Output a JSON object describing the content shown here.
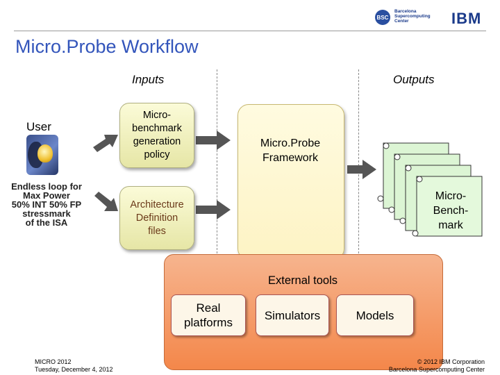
{
  "title": "Micro.Probe Workflow",
  "inputs_label": "Inputs",
  "outputs_label": "Outputs",
  "user_label": "User",
  "objectives": [
    "Endless loop for",
    "Max Power",
    "50% INT 50% FP",
    "stressmark",
    "of the ISA"
  ],
  "input_boxes": {
    "policy": "Micro-\nbenchmark\ngeneration\npolicy",
    "arch": "Architecture\nDefinition\nfiles"
  },
  "framework_label": "Micro.Probe\nFramework",
  "output_label": "Micro-\nBench-\nmark",
  "external_tools": {
    "label": "External tools",
    "items": [
      "Real\nplatforms",
      "Simulators",
      "Models"
    ]
  },
  "footer": {
    "left_line1": "MICRO 2012",
    "left_line2": "Tuesday, December 4, 2012",
    "right_line1": "© 2012 IBM Corporation",
    "right_line2": "Barcelona Supercomputing Center"
  },
  "logos": {
    "bsc_line1": "Barcelona",
    "bsc_line2": "Supercomputing",
    "bsc_line3": "Center",
    "ibm": "IBM"
  },
  "colors": {
    "title": "#3355bb",
    "arrow": "#555555",
    "paper": "#dcf5d4",
    "cycle_green": "#6cc04a",
    "cycle_blue": "#3c8cd8",
    "tools": "#f4874a"
  }
}
